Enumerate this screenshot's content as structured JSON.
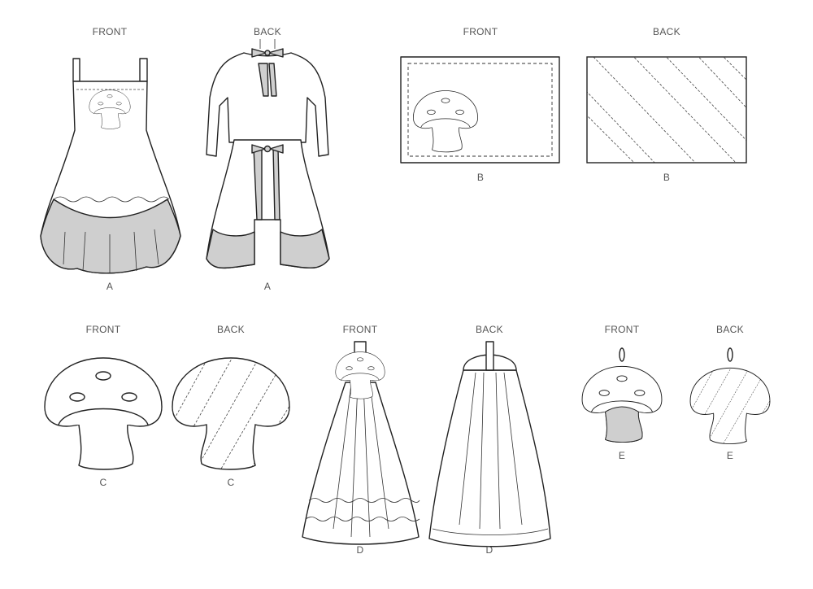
{
  "labels": {
    "front": "FRONT",
    "back": "BACK"
  },
  "views": {
    "a_front": {
      "side": "FRONT",
      "letter": "A"
    },
    "a_back": {
      "side": "BACK",
      "letter": "A"
    },
    "b_front": {
      "side": "FRONT",
      "letter": "B"
    },
    "b_back": {
      "side": "BACK",
      "letter": "B"
    },
    "c_front": {
      "side": "FRONT",
      "letter": "C"
    },
    "c_back": {
      "side": "BACK",
      "letter": "C"
    },
    "d_front": {
      "side": "FRONT",
      "letter": "D"
    },
    "d_back": {
      "side": "BACK",
      "letter": "D"
    },
    "e_front": {
      "side": "FRONT",
      "letter": "E"
    },
    "e_back": {
      "side": "BACK",
      "letter": "E"
    }
  },
  "colors": {
    "line": "#222222",
    "fill_accent": "#cfcfcf",
    "label": "#555555"
  }
}
